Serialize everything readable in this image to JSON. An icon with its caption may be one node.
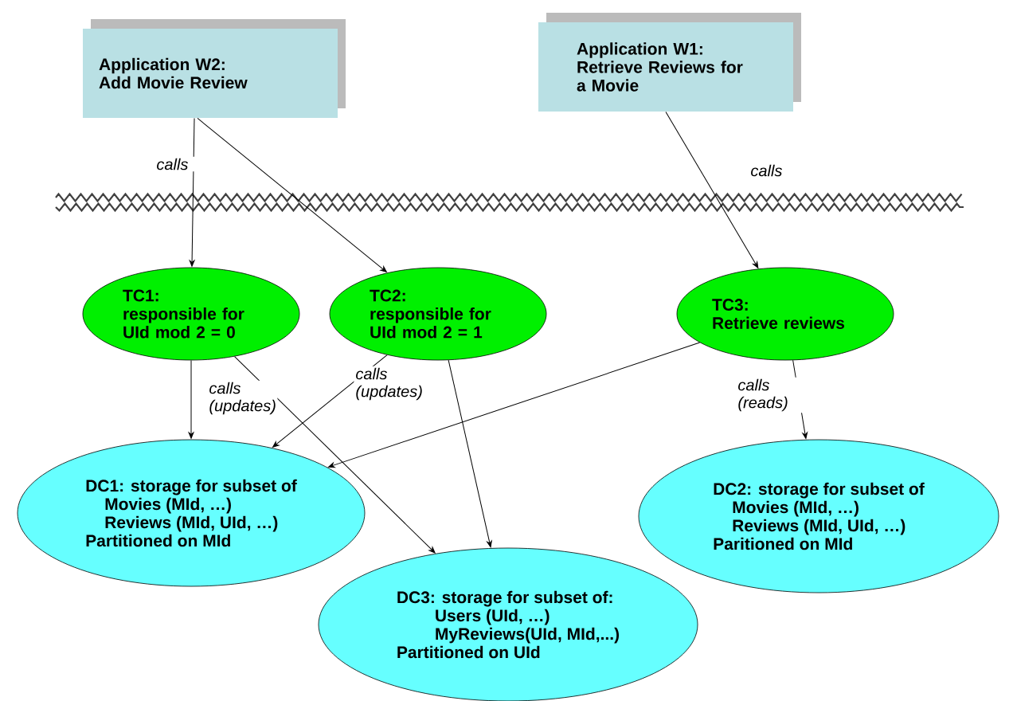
{
  "diagram": {
    "nodes": [
      {
        "text": [
          "Application W2:",
          "Add Movie Review"
        ]
      },
      {
        "text": [
          "Application  W1:",
          "Retrieve Reviews for a Movie"
        ]
      },
      {
        "text": [
          "TC1:",
          "responsible for UId mod 2 = 0"
        ]
      },
      {
        "text": [
          "TC2:",
          "responsible for UId mod 2 = 1"
        ]
      },
      {
        "text": [
          "TC3:",
          "Retrieve reviews"
        ]
      },
      {
        "text": [
          "DC1: storage for subset of",
          "Movies (MId, …)",
          "Reviews (MId, UId, …)",
          "Partitioned on MId"
        ]
      },
      {
        "text": [
          "DC2: storage for subset of",
          "Movies (MId, …)",
          "Reviews (MId, UId, …)",
          "Paritioned on MId"
        ]
      },
      {
        "text": [
          "DC3: storage for subset of:",
          "Users (UId, …)",
          "MyReviews(UId, MId,...)",
          "Partitioned on UId"
        ]
      }
    ],
    "edges": [
      {
        "from": 0,
        "to": 2,
        "arrow": "to",
        "label": "calls"
      },
      {
        "from": 0,
        "to": 3,
        "arrow": "to"
      },
      {
        "from": 1,
        "to": 4,
        "arrow": "to",
        "label": "calls"
      },
      {
        "from": 2,
        "to": 5,
        "arrow": "to",
        "label": "calls (updates)"
      },
      {
        "from": 2,
        "to": 7,
        "arrow": "to"
      },
      {
        "from": 3,
        "to": 5,
        "arrow": "to",
        "label": "calls (updates)"
      },
      {
        "from": 3,
        "to": 7,
        "arrow": "to"
      },
      {
        "from": 4,
        "to": 5,
        "arrow": "to"
      },
      {
        "from": 4,
        "to": 6,
        "arrow": "to",
        "label": "calls (reads)"
      }
    ]
  }
}
